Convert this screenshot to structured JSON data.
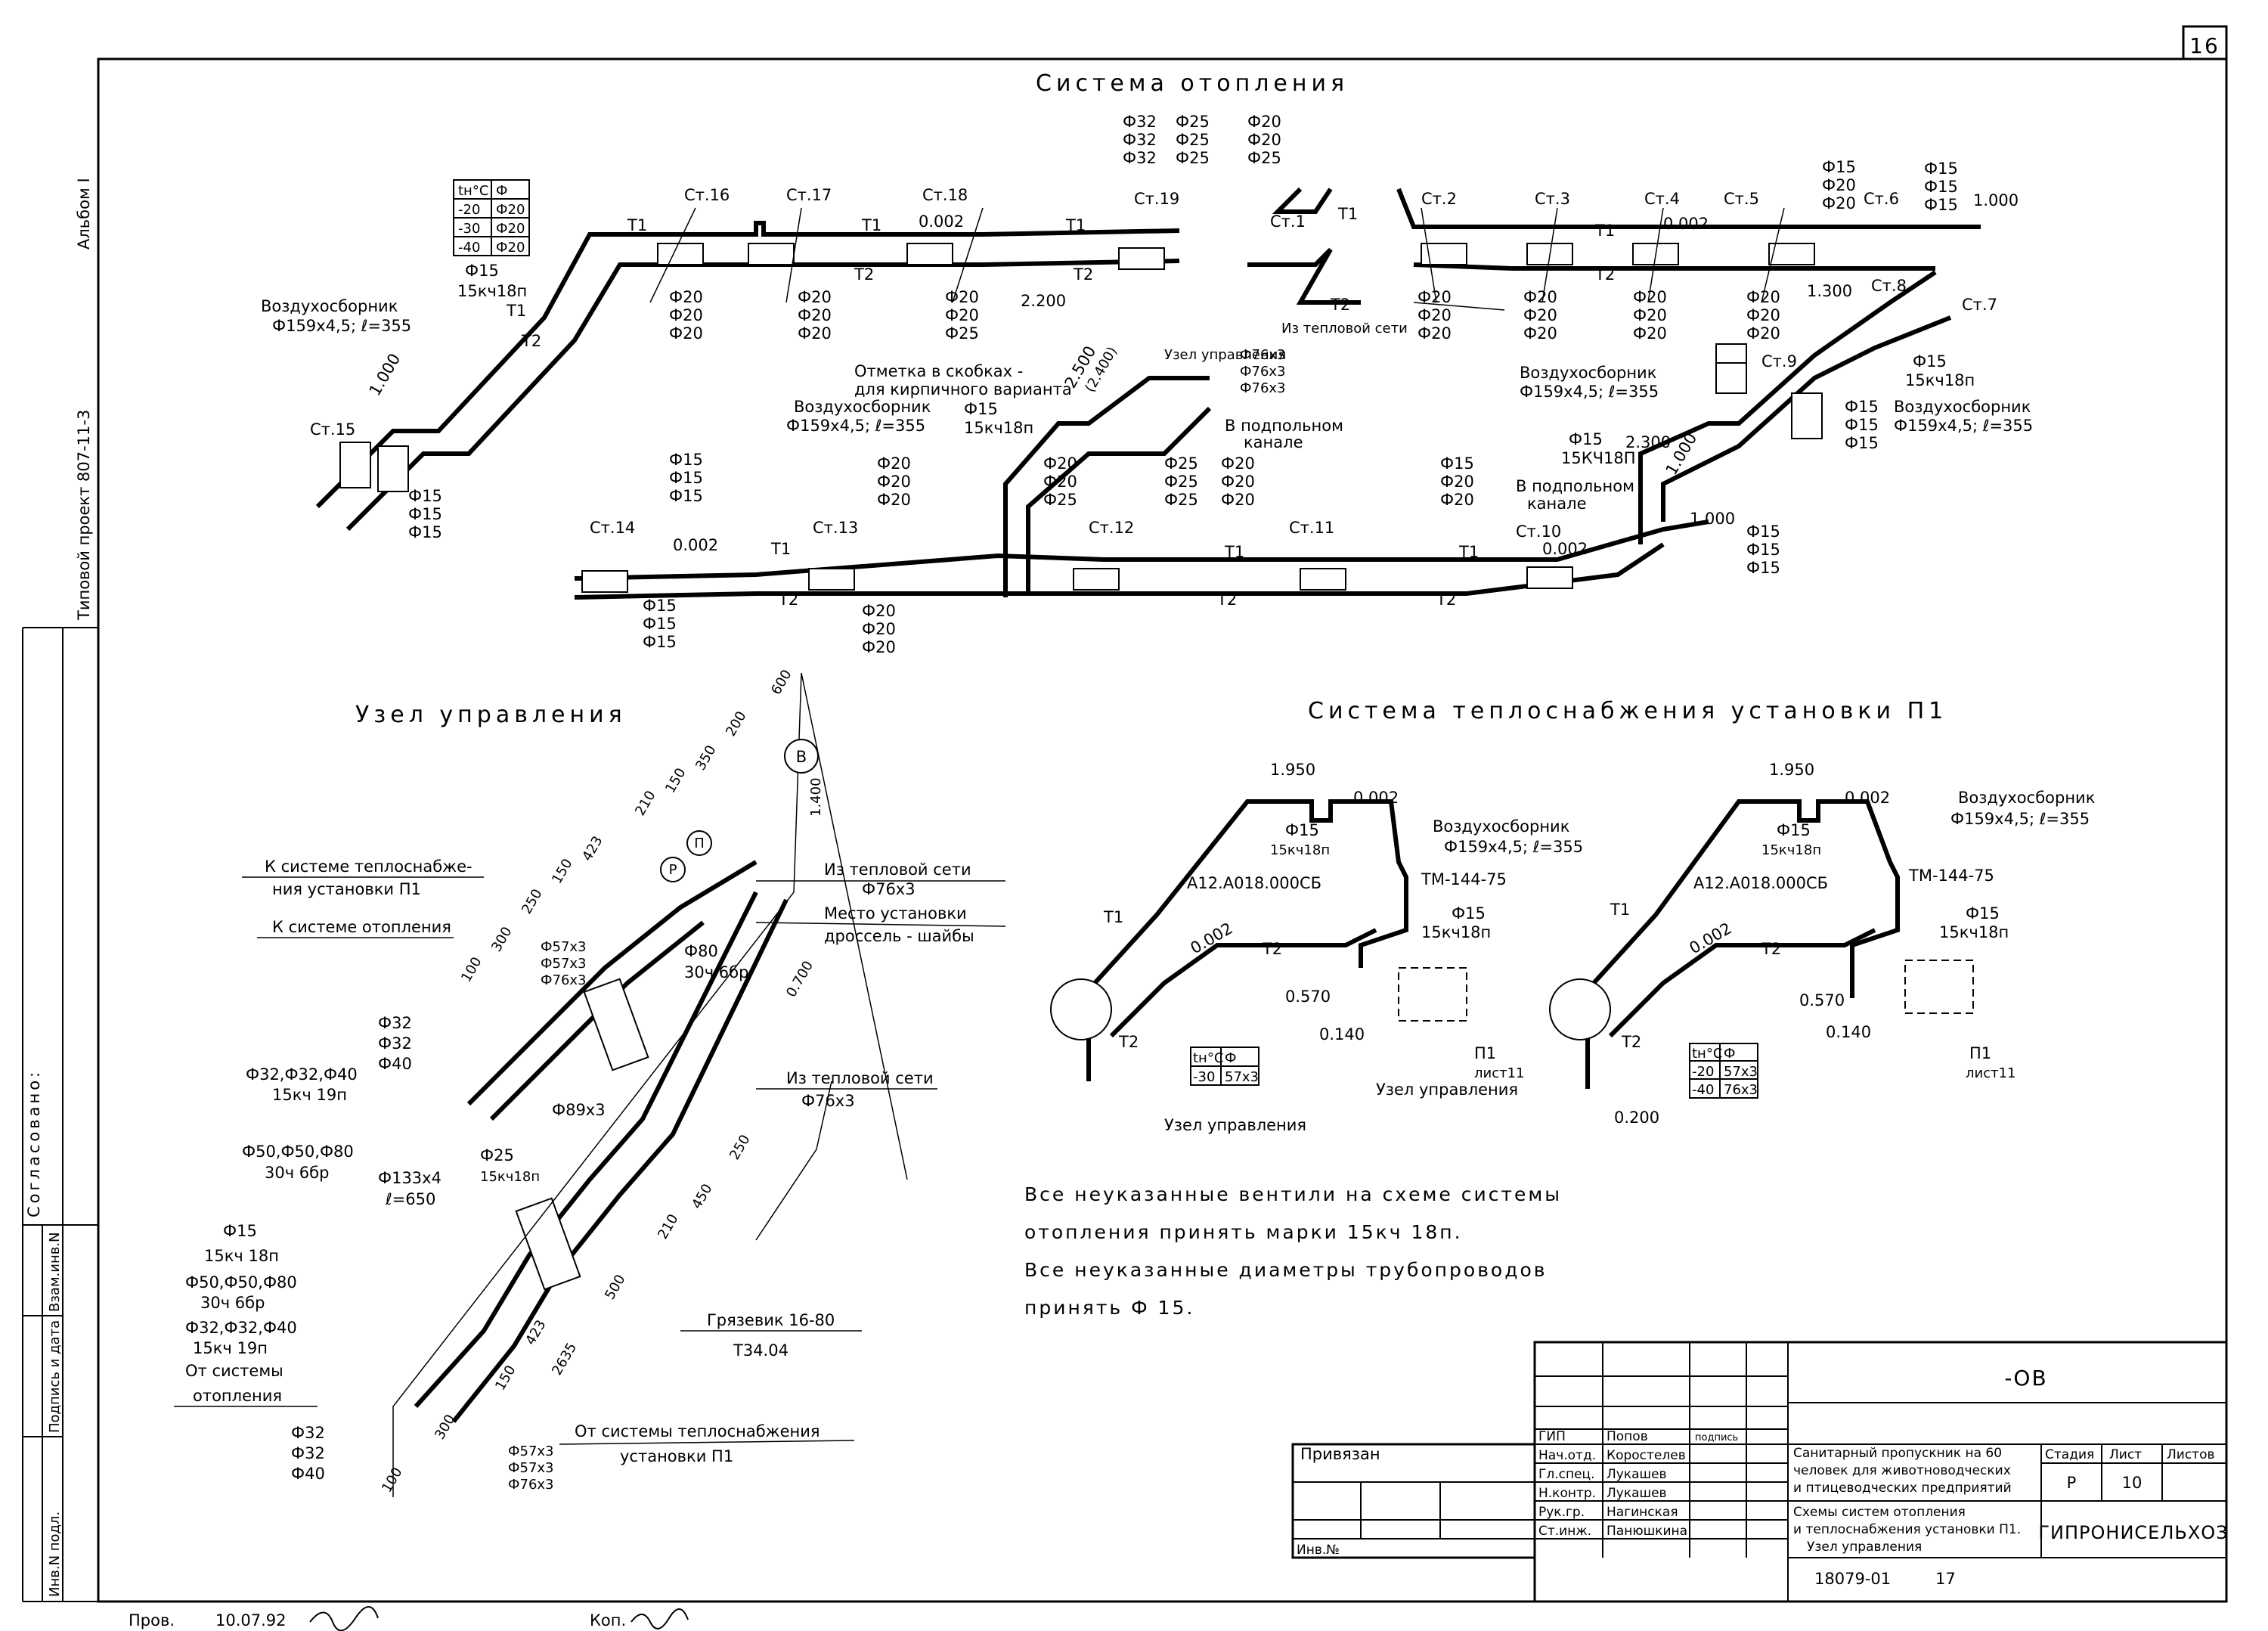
{
  "page_number": "16",
  "sheet_title": "Система отопления",
  "left_strip": {
    "album": "Альбом I",
    "project": "Типовой проект 807-11-3",
    "agreed": "Согласовано:",
    "inv_orig": "Инв.N подл.",
    "sign_date": "Подпись и дата",
    "inv_repl": "Взам.инв.N"
  },
  "heating": {
    "risers": [
      "Ст.16",
      "Ст.17",
      "Ст.18",
      "Ст.19",
      "Ст.1",
      "Ст.2",
      "Ст.3",
      "Ст.4",
      "Ст.5",
      "Ст.6",
      "Ст.7",
      "Ст.8",
      "Ст.9",
      "Ст.10",
      "Ст.11",
      "Ст.12",
      "Ст.13",
      "Ст.14",
      "Ст.15"
    ],
    "temp_table": {
      "header": [
        "tн°С",
        "Ф"
      ],
      "rows": [
        [
          "-20",
          "Ф20"
        ],
        [
          "-30",
          "Ф20"
        ],
        [
          "-40",
          "Ф20"
        ]
      ]
    },
    "pipe_labels": {
      "supply": "Т1",
      "return": "Т2"
    },
    "air_collector": "Воздухосборник",
    "air_collector_size": "Ф159x4,5; ℓ=355",
    "valve_d": "Ф15",
    "valve_mark": "15кч18п",
    "valve_mark_b": "15КЧ18П",
    "elevations": [
      "1.000",
      "0.002",
      "2.200",
      "2.500",
      "(2.400)",
      "1.300",
      "2.300"
    ],
    "brick_note_1": "Отметка в скобках -",
    "brick_note_2": "для кирпичного варианта",
    "control_node": "Узел управления",
    "from_network": "Из тепловой сети",
    "in_channel": "В подпольном",
    "in_channel_2": "канале",
    "diam_f20": "Ф20",
    "diam_f25": "Ф25",
    "diam_f32": "Ф32",
    "diam_f15": "Ф15",
    "diam_f76": "Ф76x3"
  },
  "control_unit": {
    "title": "Узел управления",
    "to_vent": "К системе теплоснабже-",
    "to_vent_2": "ния установки П1",
    "to_heating": "К системе отопления",
    "from_net_1": "Из тепловой сети",
    "from_net_1_d": "Ф76x3",
    "throttle_1": "Место установки",
    "throttle_2": "дроссель - шайбы",
    "from_net_2": "Из тепловой сети",
    "from_net_2_d": "Ф76x3",
    "mud_trap": "Грязевик 16-80",
    "mud_trap_code": "Т34.04",
    "from_heating_1": "От системы",
    "from_heating_2": "отопления",
    "from_vent_1": "От системы теплоснабжения",
    "from_vent_2": "установки П1",
    "d_set_1": "Ф32,Ф32,Ф40",
    "d_set_1m": "15кч 19п",
    "d_set_2": "Ф50,Ф50,Ф80",
    "d_set_2m": "30ч 6бр",
    "d_133": "Ф133x4",
    "d_133l": "ℓ=650",
    "d_25": "Ф25",
    "d_25m": "15кч18п",
    "d_89": "Ф89x3",
    "d_80": "Ф80",
    "d_80m": "30ч 6бр",
    "d_57a": "Ф57x3",
    "d_57b": "Ф57x3",
    "d_76": "Ф76x3",
    "d_32": "Ф32",
    "d_40": "Ф40",
    "d_15": "Ф15",
    "d_15m": "15кч 18п",
    "gauge": "Р",
    "gauge_b": "П",
    "circle_b": "В",
    "dims": [
      "600",
      "200",
      "350",
      "150",
      "210",
      "423",
      "150",
      "250",
      "300",
      "100",
      "1.400",
      "0.700",
      "250",
      "450",
      "210",
      "500",
      "2635",
      "423",
      "150",
      "300",
      "100"
    ]
  },
  "vent_system": {
    "title": "Система теплоснабжения установки П1",
    "elev_top": "1.950",
    "slope": "0.002",
    "air_collector": "Воздухосборник",
    "air_collector_size": "Ф159x4,5; ℓ=355",
    "valve": "Ф15",
    "valve_mark": "15кч18п",
    "unit_code": "А12.А018.000СБ",
    "tm_code": "ТМ-144-75",
    "elev_a": "0.570",
    "elev_b": "0.140",
    "elev_c": "0.200",
    "p1": "П1",
    "sheet_ref": "лист11",
    "control_node": "Узел управления",
    "t1": "Т1",
    "t2": "Т2",
    "table_left": {
      "header": [
        "tн°С",
        "Ф"
      ],
      "rows": [
        [
          "-30",
          "57x3"
        ]
      ]
    },
    "table_right": {
      "header": [
        "tн°С",
        "Ф"
      ],
      "rows": [
        [
          "-20",
          "57x3"
        ],
        [
          "-40",
          "76x3"
        ]
      ]
    }
  },
  "notes": [
    "Все неуказанные вентили на схеме системы",
    "отопления принять марки 15кч 18п.",
    "Все неуказанные диаметры трубопроводов",
    "принять Ф 15."
  ],
  "stamp": {
    "code": "-ОВ",
    "bound": "Привязан",
    "inv": "Инв.№",
    "roles": [
      "ГИП",
      "Нач.отд.",
      "Гл.спец.",
      "Н.контр.",
      "Рук.гр.",
      "Ст.инж."
    ],
    "names": [
      "Попов",
      "Коростелев",
      "Лукашев",
      "Лукашев",
      "Нагинская",
      "Панюшкина"
    ],
    "sign_hdr": "подпись",
    "project_1": "Санитарный пропускник на 60",
    "project_2": "человек для животноводческих",
    "project_3": "и птицеводческих предприятий",
    "stage_hdr": "Стадия",
    "sheet_hdr": "Лист",
    "sheets_hdr": "Листов",
    "stage": "Р",
    "sheet": "10",
    "drawing_1": "Схемы систем отопления",
    "drawing_2": "и теплоснабжения установки П1.",
    "drawing_3": "Узел управления",
    "org": "ГИПРОНИСЕЛЬХОЗ",
    "doc_no": "18079-01",
    "doc_page": "17",
    "checked": "Пров.",
    "date": "10.07.92",
    "copied": "Коп."
  }
}
